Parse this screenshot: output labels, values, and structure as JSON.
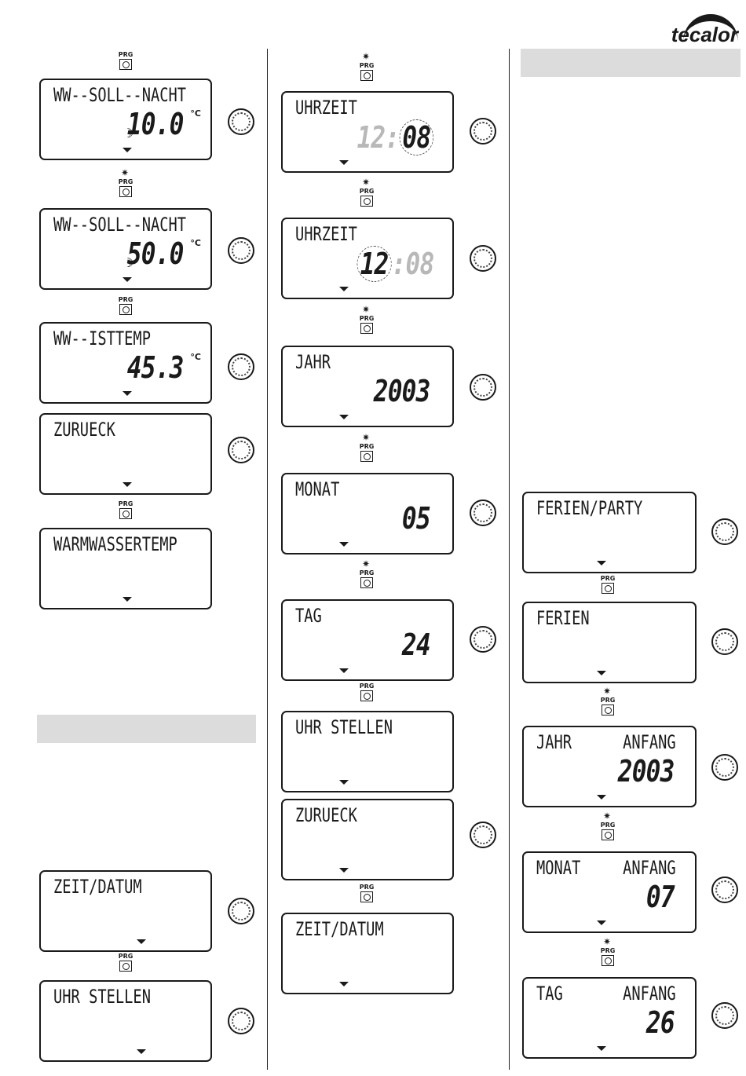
{
  "brand": {
    "logo_text": "tecalor"
  },
  "prg_label": "PRG",
  "column1": {
    "displays": [
      {
        "line1": "WW--SOLL--NACHT",
        "value": "10.0",
        "unit": "°C",
        "moon": "☽"
      },
      {
        "line1": "WW--SOLL--NACHT",
        "value": "50.0",
        "unit": "°C",
        "moon": "☽"
      },
      {
        "line1": "WW--ISTTEMP",
        "value": "45.3",
        "unit": "°C"
      },
      {
        "line1": "ZURUECK"
      },
      {
        "line1": "WARMWASSERTEMP"
      },
      {
        "line1": "ZEIT/DATUM"
      },
      {
        "line1": "UHR STELLEN"
      }
    ]
  },
  "column2": {
    "displays": [
      {
        "line1": "UHRZEIT",
        "hour": "12",
        "minute": "08"
      },
      {
        "line1": "UHRZEIT",
        "hour": "12",
        "minute": "08"
      },
      {
        "line1": "JAHR",
        "value": "2003"
      },
      {
        "line1": "MONAT",
        "value": "05"
      },
      {
        "line1": "TAG",
        "value": "24"
      },
      {
        "line1": "UHR STELLEN"
      },
      {
        "line1": "ZURUECK"
      },
      {
        "line1": "ZEIT/DATUM"
      }
    ]
  },
  "column3": {
    "displays": [
      {
        "line1": "FERIEN/PARTY"
      },
      {
        "line1": "FERIEN"
      },
      {
        "line1": "JAHR",
        "line1_right": "ANFANG",
        "value": "2003"
      },
      {
        "line1": "MONAT",
        "line1_right": "ANFANG",
        "value": "07"
      },
      {
        "line1": "TAG",
        "line1_right": "ANFANG",
        "value": "26"
      }
    ]
  }
}
